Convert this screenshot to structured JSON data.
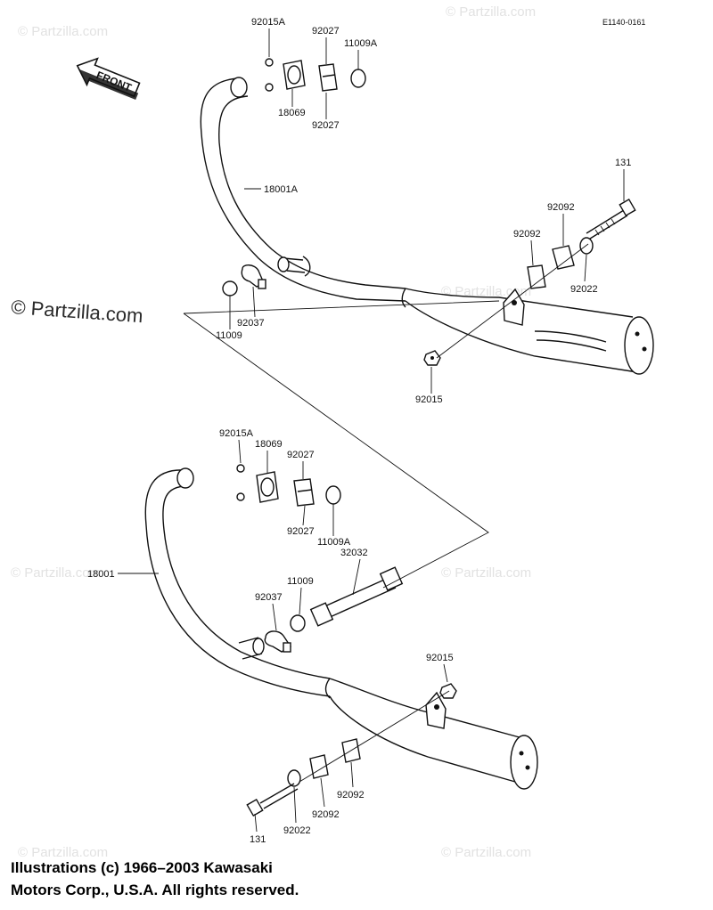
{
  "ref_code": "E1140-0161",
  "front_label": "FRONT",
  "watermark_main": "© Partzilla.com",
  "watermark": "© Partzilla.com",
  "copyright": {
    "line1": "Illustrations (c) 1966–2003 Kawasaki",
    "line2": "Motors Corp., U.S.A.  All rights reserved."
  },
  "callouts": {
    "top": {
      "p92015A": "92015A",
      "p92027a": "92027",
      "p11009A": "11009A",
      "p18069": "18069",
      "p92027b": "92027",
      "p18001A": "18001A",
      "p131": "131",
      "p92092a": "92092",
      "p92092b": "92092",
      "p92022": "92022",
      "p92037": "92037",
      "p11009": "11009",
      "p92015": "92015"
    },
    "bottom": {
      "p92015A": "92015A",
      "p18069": "18069",
      "p92027a": "92027",
      "p92027b": "92027",
      "p11009A": "11009A",
      "p18001": "18001",
      "p32032": "32032",
      "p11009": "11009",
      "p92037": "92037",
      "p92015": "92015",
      "p92092a": "92092",
      "p92092b": "92092",
      "p131": "131",
      "p92022": "92022"
    }
  }
}
